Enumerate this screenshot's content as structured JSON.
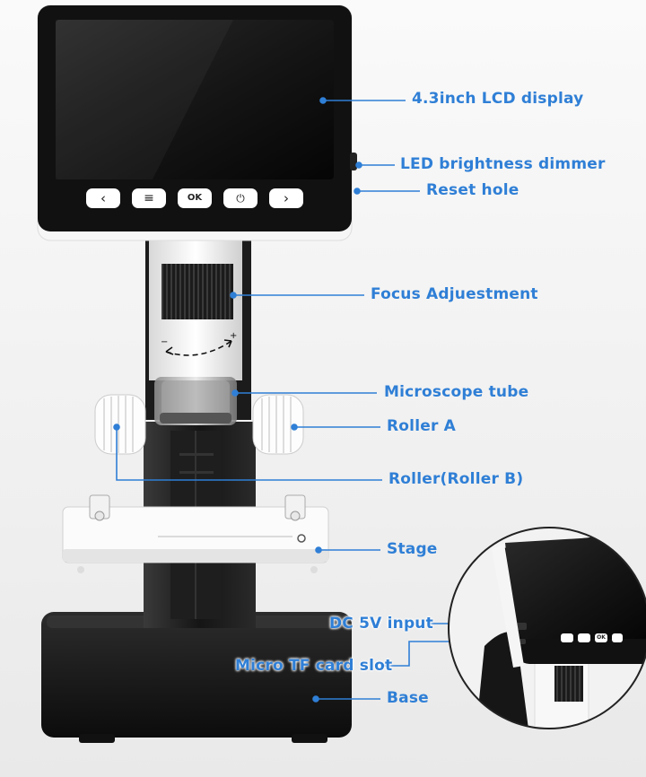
{
  "callouts": {
    "lcd": "4.3inch LCD display",
    "led_dimmer": "LED brightness dimmer",
    "reset": "Reset hole",
    "focus": "Focus Adjuestment",
    "tube": "Microscope tube",
    "roller_a": "Roller A",
    "roller_b": "Roller(Roller B)",
    "stage": "Stage",
    "dc_input": "DC 5V input",
    "tf_slot": "Micro TF card slot",
    "base": "Base"
  },
  "buttons": {
    "back": "‹",
    "menu": "≡",
    "ok": "OK",
    "power": "⏻",
    "next": "›"
  },
  "inset_buttons": {
    "ok": "OK"
  },
  "colors": {
    "accent": "#2f7fd6",
    "body": "#1a1a1a",
    "white_part": "#f4f4f4"
  }
}
